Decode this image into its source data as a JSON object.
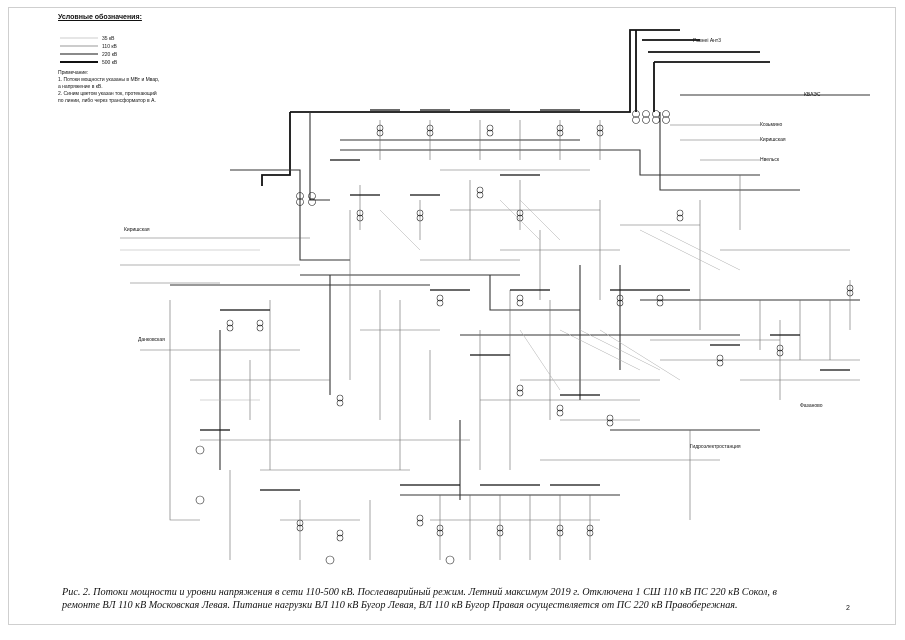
{
  "legend": {
    "title": "Условные обозначения:",
    "items": [
      {
        "label": "35 кВ",
        "color": "#bdbdbd",
        "style": "thin"
      },
      {
        "label": "110 кВ",
        "color": "#777777",
        "style": "thin"
      },
      {
        "label": "220 кВ",
        "color": "#444444",
        "style": "medium"
      },
      {
        "label": "500 кВ",
        "color": "#111111",
        "style": "thick"
      }
    ]
  },
  "notes": {
    "heading": "Примечание:",
    "lines": [
      "1. Потоки мощности указаны в МВт и Мвар,",
      "   а напряжение в кВ.",
      "2. Синим цветом указан ток, протекающий",
      "   по линии, либо через трансформатор в А."
    ]
  },
  "stations": {
    "rivne": "Ривнеі Ант3",
    "kvaes": "КВАЭС",
    "kozmino": "Козьмино",
    "kirishi": "Киришская",
    "nevelsk": "Нвельск",
    "kirishi2": "Киришская",
    "dankov": "Данковская",
    "fazanovo": "Фазаново",
    "gidro": "Гидроэлектростанция"
  },
  "caption": {
    "line1": "Рис. 2. Потоки мощности и уровни напряжения в сети 110-500 кВ. Послеаварийный режим. Летний максимум 2019 г. Отключена 1 СШ 110 кВ ПС 220 кВ Сокол, в",
    "line2": "ремонте ВЛ 110 кВ Московская Левая. Питание нагрузки ВЛ 110 кВ Бугор Левая, ВЛ 110 кВ Бугор Правая осуществляется от ПС 220 кВ Правобережная."
  },
  "page_number": "2"
}
